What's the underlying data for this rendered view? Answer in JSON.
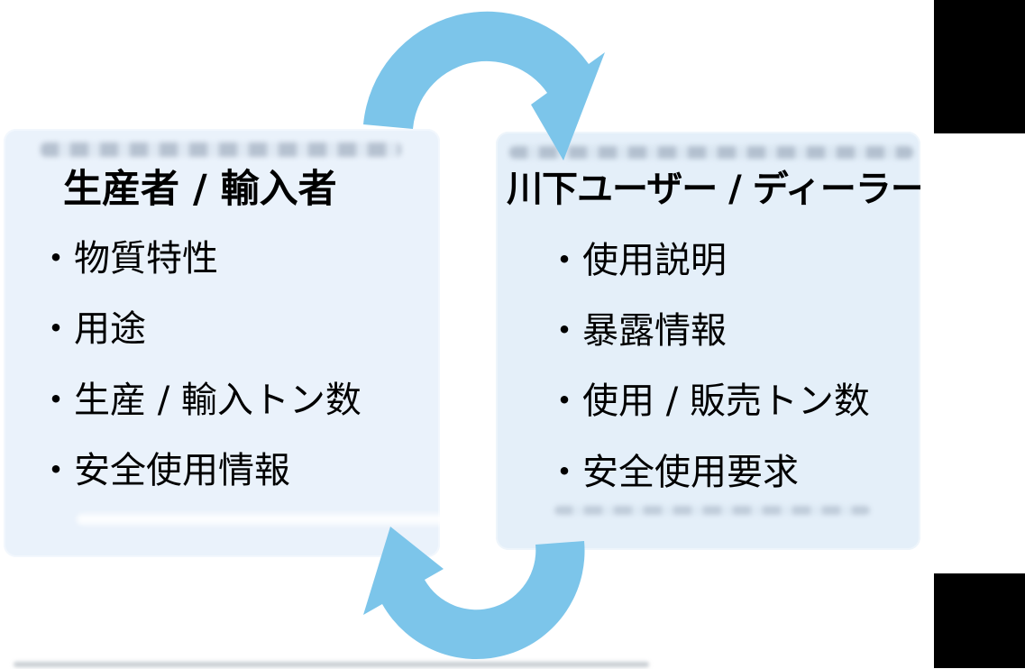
{
  "diagram": {
    "left_box": {
      "title": "生産者 / 輸入者",
      "items": [
        "・物質特性",
        "・用途",
        "・生産 / 輸入トン数",
        "・安全使用情報"
      ]
    },
    "right_box": {
      "title": "川下ユーザー / ディーラー",
      "items": [
        "・使用説明",
        "・暴露情報",
        "・使用 / 販売トン数",
        "・安全使用要求"
      ]
    },
    "colors": {
      "arrow_blue": "#7cc5ea",
      "left_box_fill": "#eaf2fb",
      "right_box_fill": "#e4eff9",
      "redaction_black": "#000000",
      "text": "#000000"
    }
  }
}
